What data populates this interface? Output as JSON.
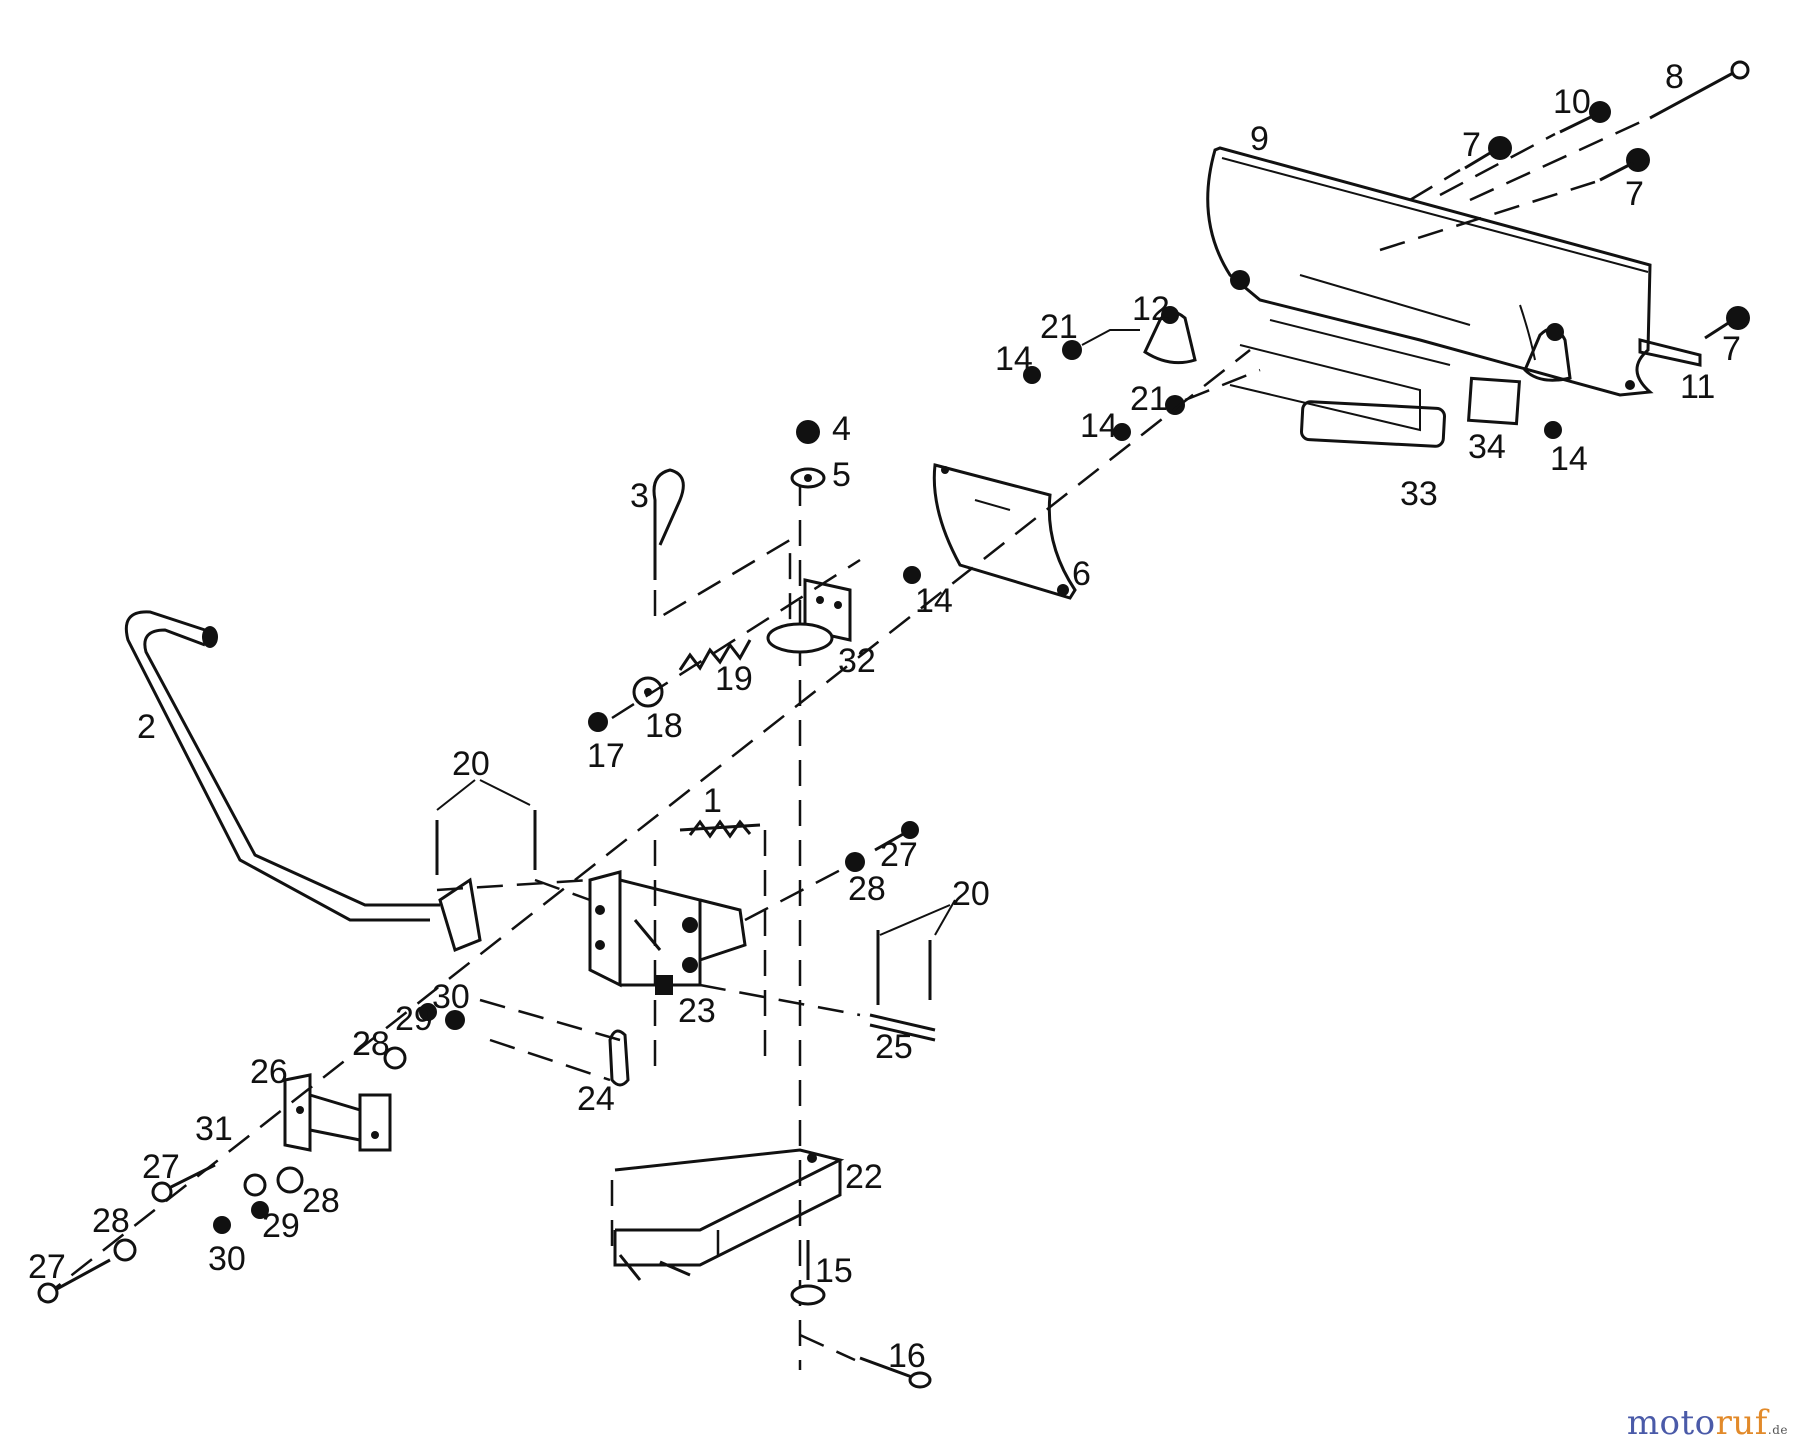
{
  "diagram": {
    "type": "exploded-parts-view",
    "callouts": [
      {
        "id": "p1",
        "text": "1"
      },
      {
        "id": "p2",
        "text": "2"
      },
      {
        "id": "p3",
        "text": "3"
      },
      {
        "id": "p4",
        "text": "4"
      },
      {
        "id": "p5",
        "text": "5"
      },
      {
        "id": "p6",
        "text": "6"
      },
      {
        "id": "p7a",
        "text": "7"
      },
      {
        "id": "p7b",
        "text": "7"
      },
      {
        "id": "p7c",
        "text": "7"
      },
      {
        "id": "p8",
        "text": "8"
      },
      {
        "id": "p9",
        "text": "9"
      },
      {
        "id": "p10",
        "text": "10"
      },
      {
        "id": "p11",
        "text": "11"
      },
      {
        "id": "p12",
        "text": "12"
      },
      {
        "id": "p14a",
        "text": "14"
      },
      {
        "id": "p14b",
        "text": "14"
      },
      {
        "id": "p14c",
        "text": "14"
      },
      {
        "id": "p14d",
        "text": "14"
      },
      {
        "id": "p15",
        "text": "15"
      },
      {
        "id": "p16",
        "text": "16"
      },
      {
        "id": "p17",
        "text": "17"
      },
      {
        "id": "p18",
        "text": "18"
      },
      {
        "id": "p19",
        "text": "19"
      },
      {
        "id": "p20a",
        "text": "20"
      },
      {
        "id": "p20b",
        "text": "20"
      },
      {
        "id": "p21a",
        "text": "21"
      },
      {
        "id": "p21b",
        "text": "21"
      },
      {
        "id": "p22",
        "text": "22"
      },
      {
        "id": "p23",
        "text": "23"
      },
      {
        "id": "p24",
        "text": "24"
      },
      {
        "id": "p25",
        "text": "25"
      },
      {
        "id": "p26",
        "text": "26"
      },
      {
        "id": "p27a",
        "text": "27"
      },
      {
        "id": "p27b",
        "text": "27"
      },
      {
        "id": "p27c",
        "text": "27"
      },
      {
        "id": "p28a",
        "text": "28"
      },
      {
        "id": "p28b",
        "text": "28"
      },
      {
        "id": "p28c",
        "text": "28"
      },
      {
        "id": "p28d",
        "text": "28"
      },
      {
        "id": "p29a",
        "text": "29"
      },
      {
        "id": "p29b",
        "text": "29"
      },
      {
        "id": "p30a",
        "text": "30"
      },
      {
        "id": "p30b",
        "text": "30"
      },
      {
        "id": "p31",
        "text": "31"
      },
      {
        "id": "p32",
        "text": "32"
      },
      {
        "id": "p33",
        "text": "33"
      },
      {
        "id": "p34",
        "text": "34"
      }
    ]
  },
  "watermark": {
    "brand_part1": "moto",
    "brand_part2": "ruf",
    "tld": ".de",
    "colors": {
      "part1": "#4a5aa8",
      "part2": "#e28a2a"
    }
  }
}
